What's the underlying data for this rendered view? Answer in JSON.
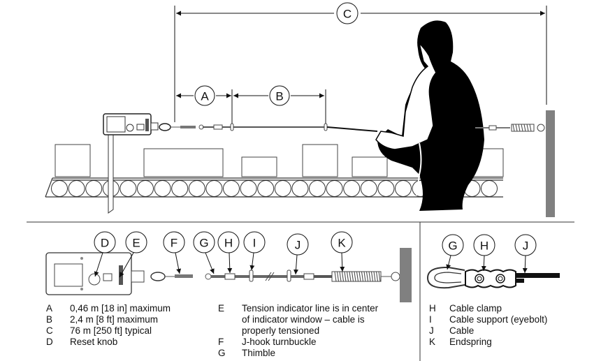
{
  "dimensions": {
    "A": "A",
    "B": "B",
    "C": "C"
  },
  "callouts": {
    "D": "D",
    "E": "E",
    "F": "F",
    "G": "G",
    "H": "H",
    "I": "I",
    "J": "J",
    "K": "K",
    "detail_G": "G",
    "detail_H": "H",
    "detail_J": "J"
  },
  "legend": {
    "col1": [
      {
        "key": "A",
        "text": "0,46 m [18 in] maximum"
      },
      {
        "key": "B",
        "text": "2,4 m [8 ft] maximum"
      },
      {
        "key": "C",
        "text": "76 m [250 ft] typical"
      },
      {
        "key": "D",
        "text": "Reset knob"
      }
    ],
    "col2": [
      {
        "key": "E",
        "text": "Tension indicator line is in center\nof indicator window – cable is\nproperly tensioned"
      },
      {
        "key": "F",
        "text": "J-hook turnbuckle"
      },
      {
        "key": "G",
        "text": "Thimble"
      }
    ],
    "col3": [
      {
        "key": "H",
        "text": "Cable clamp"
      },
      {
        "key": "I",
        "text": "Cable support (eyebolt)"
      },
      {
        "key": "J",
        "text": "Cable"
      },
      {
        "key": "K",
        "text": "Endspring"
      }
    ]
  },
  "colors": {
    "wall": "#808080",
    "cable": "#555555",
    "ink": "#111111"
  }
}
